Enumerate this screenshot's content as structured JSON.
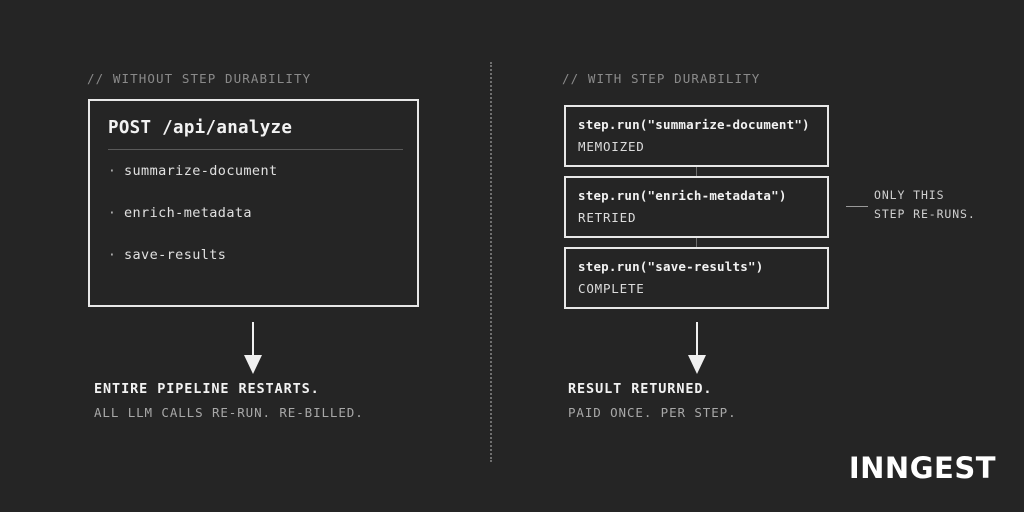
{
  "background_color": "#252525",
  "accent_color": "#e8e8e8",
  "left": {
    "header": "// WITHOUT STEP DURABILITY",
    "panel": {
      "title": "POST /api/analyze",
      "bullet_glyph": "·",
      "items": [
        {
          "label": "summarize-document"
        },
        {
          "label": "enrich-metadata"
        },
        {
          "label": "save-results"
        }
      ]
    },
    "outcome": {
      "headline": "ENTIRE PIPELINE RESTARTS.",
      "subline": "ALL LLM CALLS RE-RUN. RE-BILLED."
    }
  },
  "right": {
    "header": "// WITH STEP DURABILITY",
    "steps": [
      {
        "call": "step.run(\"summarize-document\")",
        "status": "MEMOIZED"
      },
      {
        "call": "step.run(\"enrich-metadata\")",
        "status": "RETRIED"
      },
      {
        "call": "step.run(\"save-results\")",
        "status": "COMPLETE"
      }
    ],
    "callout": {
      "line1": "ONLY THIS",
      "line2": "STEP RE-RUNS."
    },
    "outcome": {
      "headline": "RESULT RETURNED.",
      "subline": "PAID ONCE. PER STEP."
    }
  },
  "brand": {
    "wordmark": "INNGEST"
  }
}
